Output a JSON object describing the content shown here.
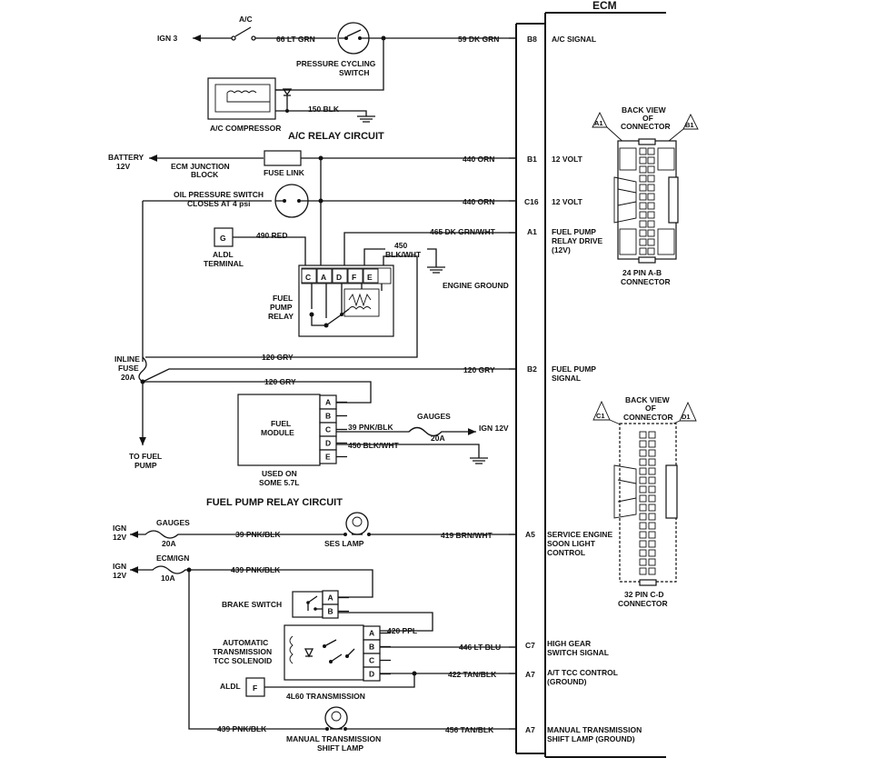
{
  "ecm": {
    "title": "ECM",
    "pins": [
      {
        "pin": "B8",
        "desc": [
          "A/C SIGNAL"
        ]
      },
      {
        "pin": "B1",
        "desc": [
          "12 VOLT"
        ]
      },
      {
        "pin": "C16",
        "desc": [
          "12 VOLT"
        ]
      },
      {
        "pin": "A1",
        "desc": [
          "FUEL PUMP",
          "RELAY DRIVE",
          "(12V)"
        ]
      },
      {
        "pin": "B2",
        "desc": [
          "FUEL PUMP",
          "SIGNAL"
        ]
      },
      {
        "pin": "A5",
        "desc": [
          "SERVICE ENGINE",
          "SOON LIGHT",
          "CONTROL"
        ]
      },
      {
        "pin": "C7",
        "desc": [
          "HIGH GEAR",
          "SWITCH SIGNAL"
        ]
      },
      {
        "pin": "A7",
        "desc": [
          "A/T TCC CONTROL",
          "(GROUND)"
        ]
      },
      {
        "pin": "A7",
        "desc": [
          "MANUAL TRANSMISSION",
          "SHIFT LAMP (GROUND)"
        ]
      }
    ]
  },
  "connectors": {
    "ab": {
      "back_view": [
        "BACK VIEW",
        "OF",
        "CONNECTOR"
      ],
      "left_tag": "A1",
      "right_tag": "B1",
      "caption": [
        "24 PIN  A-B",
        "CONNECTOR"
      ]
    },
    "cd": {
      "back_view": [
        "BACK VIEW",
        "OF",
        "CONNECTOR"
      ],
      "left_tag": "C1",
      "right_tag": "D1",
      "caption": [
        "32  PIN C-D",
        "CONNECTOR"
      ]
    }
  },
  "ac": {
    "ign": "IGN 3",
    "switch_label": "A/C",
    "wire_66": "66 LT GRN",
    "pressure_switch": [
      "PRESSURE CYCLING",
      "SWITCH"
    ],
    "wire_59": "59 DK GRN",
    "compressor": "A/C COMPRESSOR",
    "wire_150": "150 BLK",
    "section_title": "A/C RELAY CIRCUIT"
  },
  "relay": {
    "battery": [
      "BATTERY",
      "12V"
    ],
    "junction": [
      "ECM JUNCTION",
      "BLOCK"
    ],
    "fuse_link": "FUSE LINK",
    "wire_440a": "440 ORN",
    "oil_switch": [
      "OIL PRESSURE SWITCH",
      "CLOSES AT 4 psi"
    ],
    "wire_440b": "440 ORN",
    "aldl_g": "G",
    "aldl_terminal": [
      "ALDL",
      "TERMINAL"
    ],
    "wire_490": "490 RED",
    "wire_465": "465 DK GRN/WHT",
    "wire_450": [
      "450",
      "BLK/WHT"
    ],
    "engine_ground": "ENGINE GROUND",
    "relay_pins": [
      "C",
      "A",
      "D",
      "F",
      "E"
    ],
    "relay_label": [
      "FUEL",
      "PUMP",
      "RELAY"
    ],
    "inline_fuse": [
      "INLINE",
      "FUSE",
      "20A"
    ],
    "wire_120a": "120 GRY",
    "wire_120b": "120 GRY",
    "wire_120c": "120 GRY",
    "to_fuel_pump": [
      "TO FUEL",
      "PUMP"
    ]
  },
  "fuel_module": {
    "name": [
      "FUEL",
      "MODULE"
    ],
    "pins": [
      "A",
      "B",
      "C",
      "D",
      "E"
    ],
    "wire_39": "39 PNK/BLK",
    "gauges": "GAUGES",
    "fuse_20a": "20A",
    "ign": "IGN 12V",
    "wire_450": "450 BLK/WHT",
    "used_on": [
      "USED ON",
      "SOME 5.7L"
    ],
    "section_title": "FUEL PUMP RELAY CIRCUIT"
  },
  "ses": {
    "ign": [
      "IGN",
      "12V"
    ],
    "gauges": "GAUGES",
    "fuse": "20A",
    "wire_39": "39 PNK/BLK",
    "lamp": "SES LAMP",
    "wire_419": "419 BRN/WHT"
  },
  "tcc": {
    "ign": [
      "IGN",
      "12V"
    ],
    "ecm_ign": "ECM/IGN",
    "fuse": "10A",
    "wire_439a": "439 PNK/BLK",
    "brake_switch": "BRAKE SWITCH",
    "brake_pins": [
      "A",
      "B"
    ],
    "wire_420": "420 PPL",
    "solenoid": [
      "AUTOMATIC",
      "TRANSMISSION",
      "TCC SOLENOID"
    ],
    "trans_pins": [
      "A",
      "B",
      "C",
      "D"
    ],
    "wire_446": "446 LT BLU",
    "wire_422": "422 TAN/BLK",
    "aldl": "ALDL",
    "aldl_f": "F",
    "trans_name": "4L60 TRANSMISSION",
    "wire_439b": "439 PNK/BLK",
    "manual_lamp": [
      "MANUAL TRANSMISSION",
      "SHIFT LAMP"
    ],
    "wire_456": "456 TAN/BLK"
  }
}
